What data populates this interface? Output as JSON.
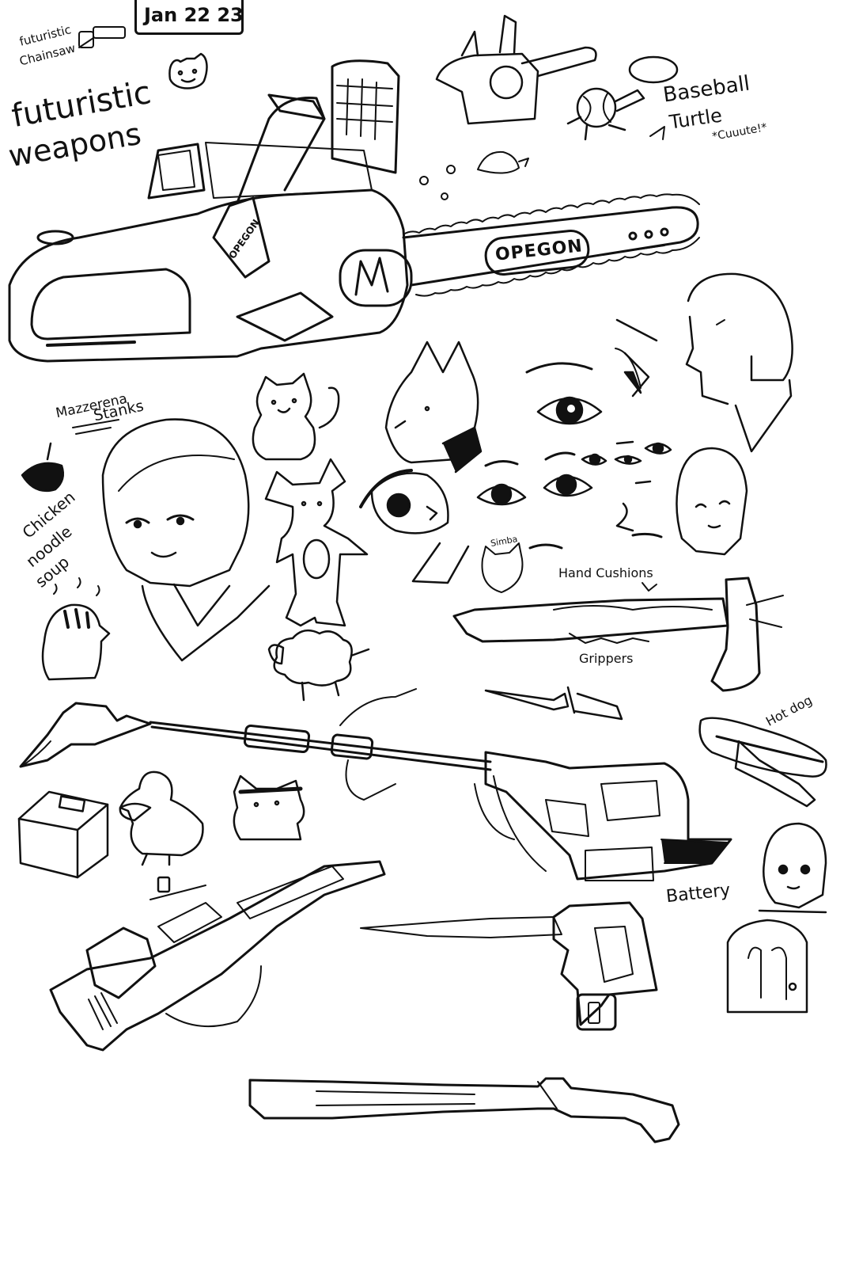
{
  "header": {
    "date": "Jan 22 23",
    "corner_note_1": "futuristic",
    "corner_note_2": "Chainsaw",
    "title_line_1": "futuristic",
    "title_line_2": "weapons"
  },
  "labels": {
    "chainsaw_brand": "OPEGON",
    "chainsaw_brand_small": "OPEGON",
    "baseball_1": "Baseball",
    "baseball_2": "Turtle",
    "baseball_3": "*Cuuute!*",
    "mazzerena_1": "Mazzerena",
    "mazzerena_2": "Stanks",
    "soup_1": "Chicken",
    "soup_2": "noodle",
    "soup_3": "soup",
    "simba": "Simba",
    "hand_cushions": "Hand Cushions",
    "grippers": "Grippers",
    "hot_dog": "Hot dog",
    "battery": "Battery"
  },
  "style": {
    "ink": "#111111",
    "paper": "#ffffff"
  }
}
